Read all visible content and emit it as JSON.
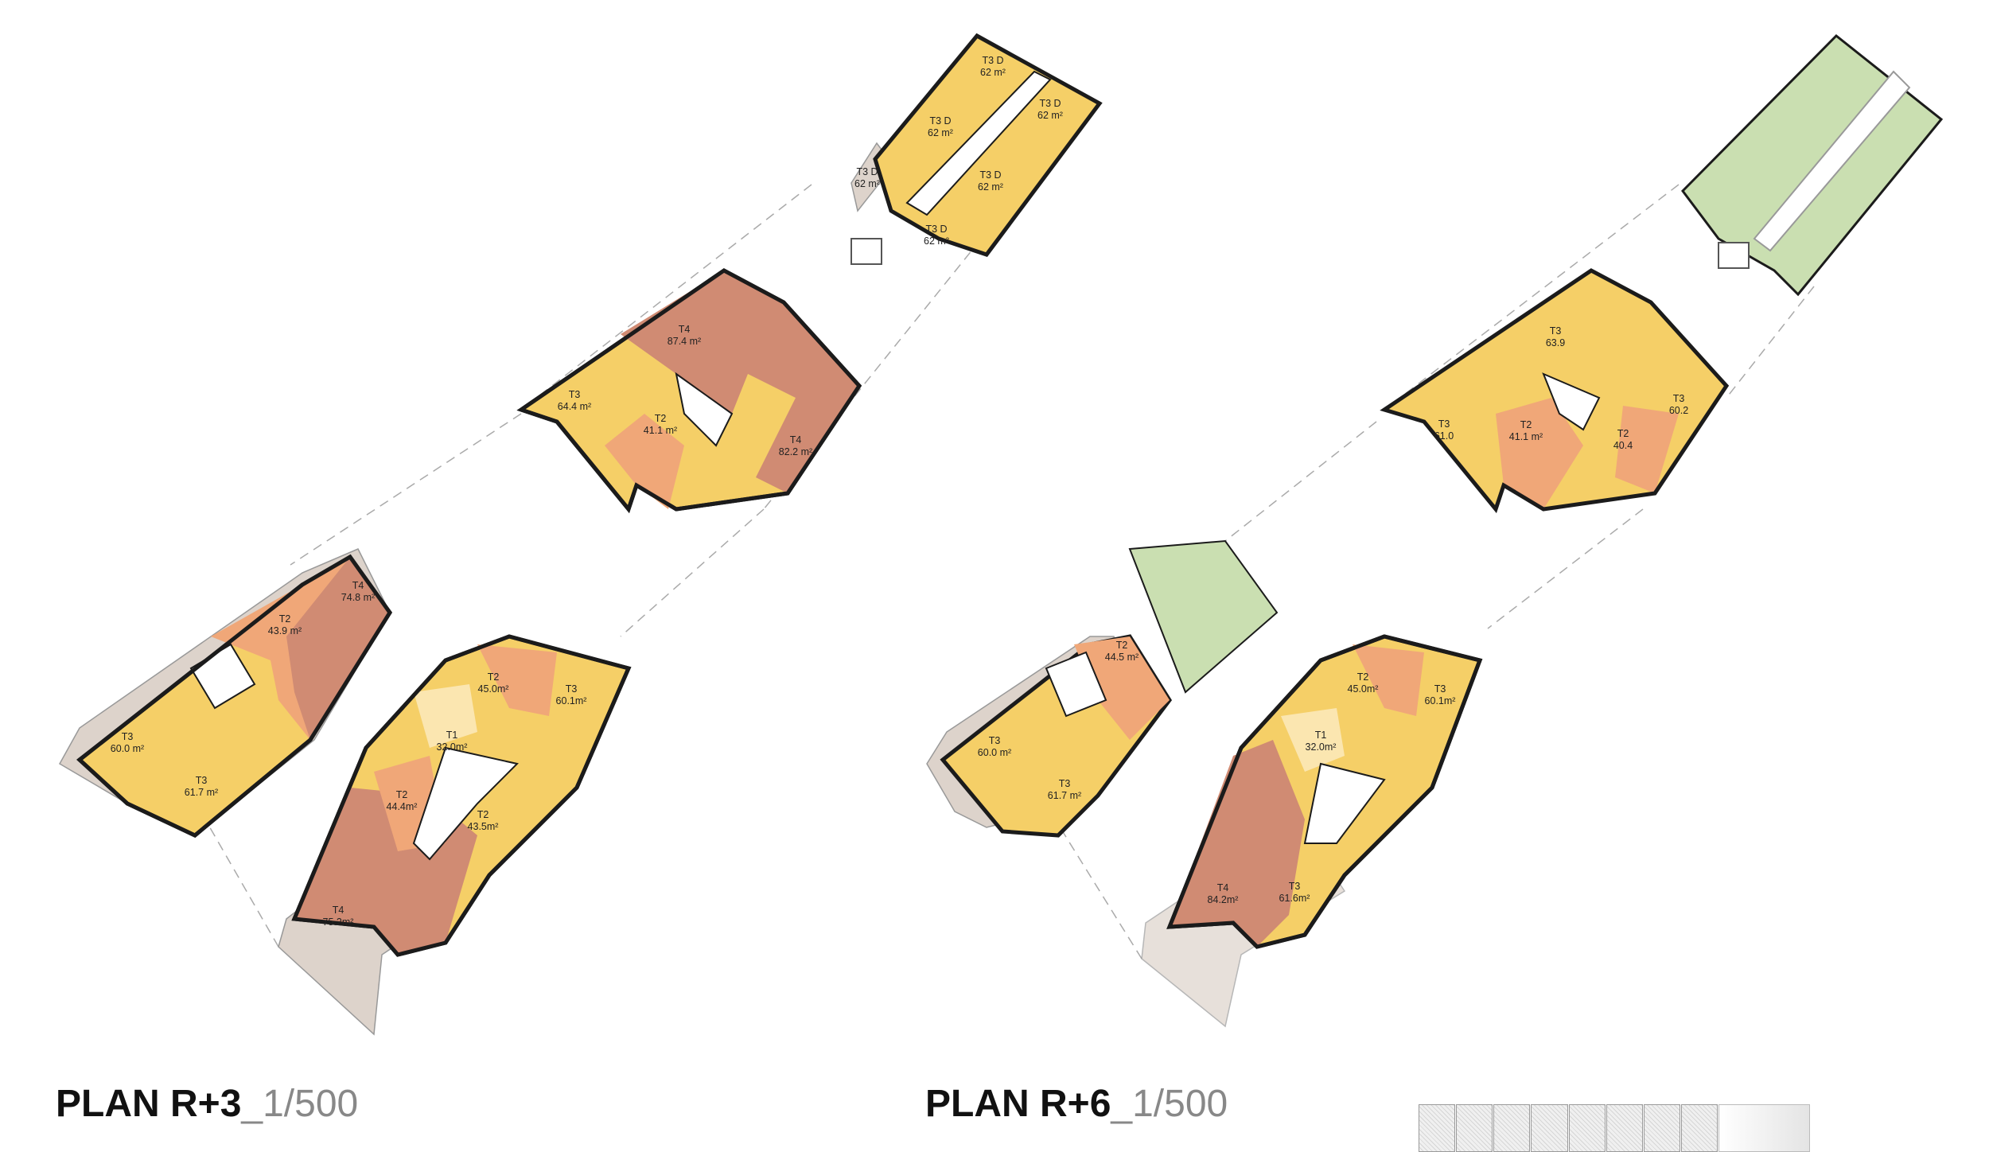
{
  "colors": {
    "T1": "#fbe6b0",
    "T2": "#f0a778",
    "T3": "#f5cf67",
    "T4": "#d08b73",
    "garden": "#cadfb1",
    "terrace": "#ddd3cb",
    "circulation": "#ffffff",
    "outline": "#1b1b1b"
  },
  "plans": [
    {
      "title": "PLAN R+3",
      "scale": "_1/500",
      "units": [
        {
          "type": "T3 D",
          "area": "62 m²",
          "cls": "T3"
        },
        {
          "type": "T3 D",
          "area": "62 m²",
          "cls": "T3"
        },
        {
          "type": "T3 D",
          "area": "62 m²",
          "cls": "T3"
        },
        {
          "type": "T3 D",
          "area": "62 m²",
          "cls": "T3"
        },
        {
          "type": "T3 D",
          "area": "62 m²",
          "cls": "T3"
        },
        {
          "type": "T3 D",
          "area": "62 m²",
          "cls": "T3"
        },
        {
          "type": "T4",
          "area": "87.4 m²",
          "cls": "T4"
        },
        {
          "type": "T3",
          "area": "64.4 m²",
          "cls": "T3"
        },
        {
          "type": "T2",
          "area": "41.1 m²",
          "cls": "T2"
        },
        {
          "type": "T4",
          "area": "82.2 m²",
          "cls": "T4"
        },
        {
          "type": "T4",
          "area": "74.8 m²",
          "cls": "T4"
        },
        {
          "type": "T2",
          "area": "43.9 m²",
          "cls": "T2"
        },
        {
          "type": "T3",
          "area": "60.0 m²",
          "cls": "T3"
        },
        {
          "type": "T3",
          "area": "61.7 m²",
          "cls": "T3"
        },
        {
          "type": "T2",
          "area": "45.0m²",
          "cls": "T2"
        },
        {
          "type": "T3",
          "area": "60.1m²",
          "cls": "T3"
        },
        {
          "type": "T1",
          "area": "32.0m²",
          "cls": "T1"
        },
        {
          "type": "T2",
          "area": "44.4m²",
          "cls": "T2"
        },
        {
          "type": "T2",
          "area": "43.5m²",
          "cls": "T2"
        },
        {
          "type": "T4",
          "area": "75.2m²",
          "cls": "T4"
        }
      ]
    },
    {
      "title": "PLAN R+6",
      "scale": "_1/500",
      "units": [
        {
          "type": "T3",
          "area": "63.9",
          "cls": "T3"
        },
        {
          "type": "T3",
          "area": "61.0",
          "cls": "T3"
        },
        {
          "type": "T2",
          "area": "41.1 m²",
          "cls": "T2"
        },
        {
          "type": "T2",
          "area": "40.4",
          "cls": "T2"
        },
        {
          "type": "T3",
          "area": "60.2",
          "cls": "T3"
        },
        {
          "type": "T2",
          "area": "44.5 m²",
          "cls": "T2"
        },
        {
          "type": "T3",
          "area": "60.0 m²",
          "cls": "T3"
        },
        {
          "type": "T3",
          "area": "61.7 m²",
          "cls": "T3"
        },
        {
          "type": "T2",
          "area": "45.0m²",
          "cls": "T2"
        },
        {
          "type": "T3",
          "area": "60.1m²",
          "cls": "T3"
        },
        {
          "type": "T1",
          "area": "32.0m²",
          "cls": "T1"
        },
        {
          "type": "T4",
          "area": "84.2m²",
          "cls": "T4"
        },
        {
          "type": "T3",
          "area": "61.6m²",
          "cls": "T3"
        }
      ]
    }
  ]
}
